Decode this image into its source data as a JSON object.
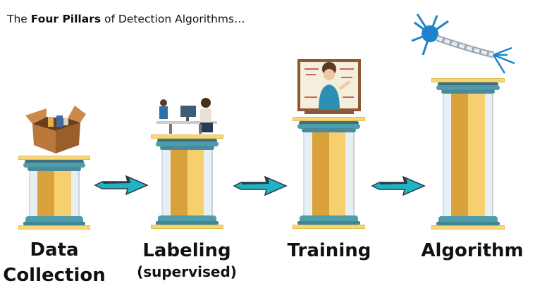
{
  "title": {
    "prefix": "The ",
    "bold": "Four Pillars",
    "suffix": " of Detection Algorithms…"
  },
  "pillars": [
    {
      "label": "Data",
      "label2": "Collection",
      "illustration": "open-box"
    },
    {
      "label": "Labeling",
      "label2": "(supervised)",
      "illustration": "person-at-computer"
    },
    {
      "label": "Training",
      "illustration": "teacher-at-board"
    },
    {
      "label": "Algorithm",
      "illustration": "neuron"
    }
  ],
  "colors": {
    "slab": "#F7D774",
    "teal": "#4E9DAB",
    "gold": "#D9A23A",
    "arrow": "#1FB3C4"
  }
}
